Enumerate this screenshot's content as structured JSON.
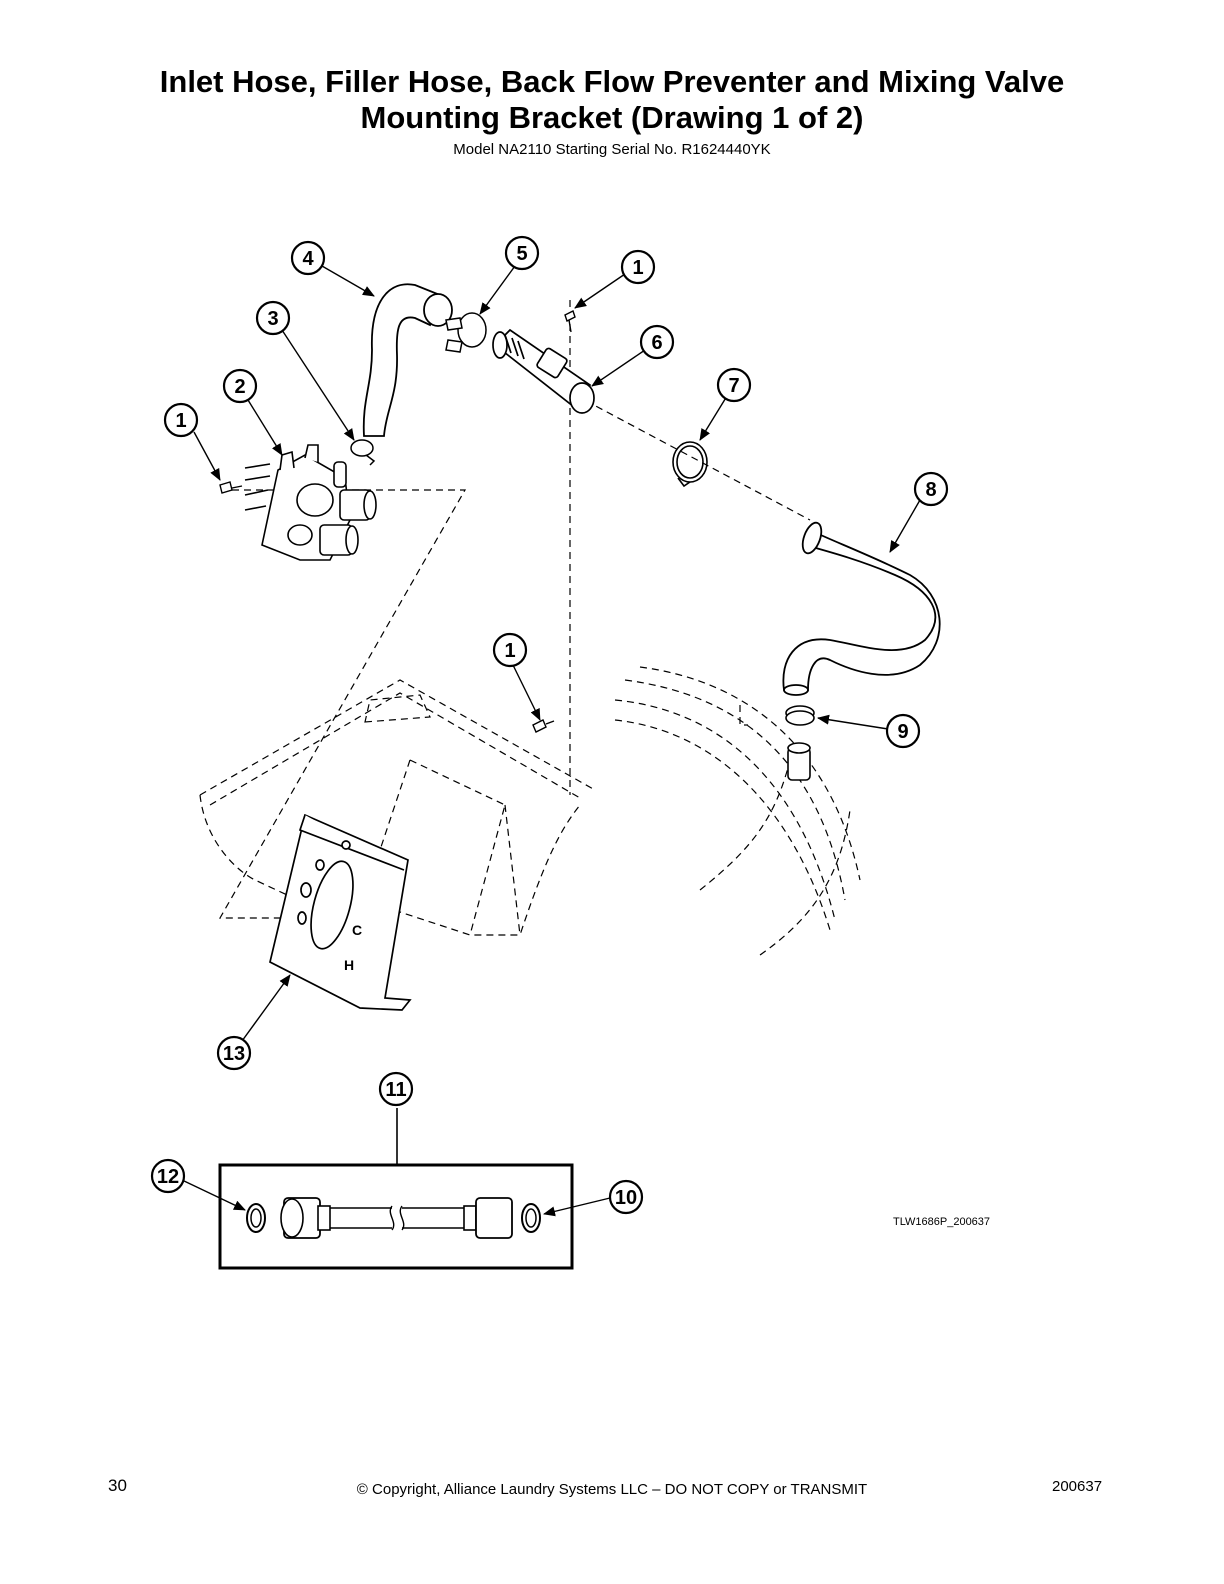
{
  "header": {
    "title_line1": "Inlet Hose, Filler Hose, Back Flow Preventer and Mixing Valve",
    "title_line2": "Mounting Bracket (Drawing 1 of 2)",
    "subtitle": "Model NA2110 Starting Serial No. R1624440YK"
  },
  "callouts": [
    {
      "id": "c1a",
      "label": "1"
    },
    {
      "id": "c2",
      "label": "2"
    },
    {
      "id": "c3",
      "label": "3"
    },
    {
      "id": "c4",
      "label": "4"
    },
    {
      "id": "c5",
      "label": "5"
    },
    {
      "id": "c1b",
      "label": "1"
    },
    {
      "id": "c6",
      "label": "6"
    },
    {
      "id": "c7",
      "label": "7"
    },
    {
      "id": "c8",
      "label": "8"
    },
    {
      "id": "c1c",
      "label": "1"
    },
    {
      "id": "c9",
      "label": "9"
    },
    {
      "id": "c13",
      "label": "13"
    },
    {
      "id": "c11",
      "label": "11"
    },
    {
      "id": "c12",
      "label": "12"
    },
    {
      "id": "c10",
      "label": "10"
    }
  ],
  "drawing_ref": "TLW1686P_200637",
  "footer": {
    "page_number": "30",
    "copyright": "© Copyright, Alliance Laundry Systems LLC – DO NOT COPY or TRANSMIT",
    "doc_number": "200637"
  }
}
